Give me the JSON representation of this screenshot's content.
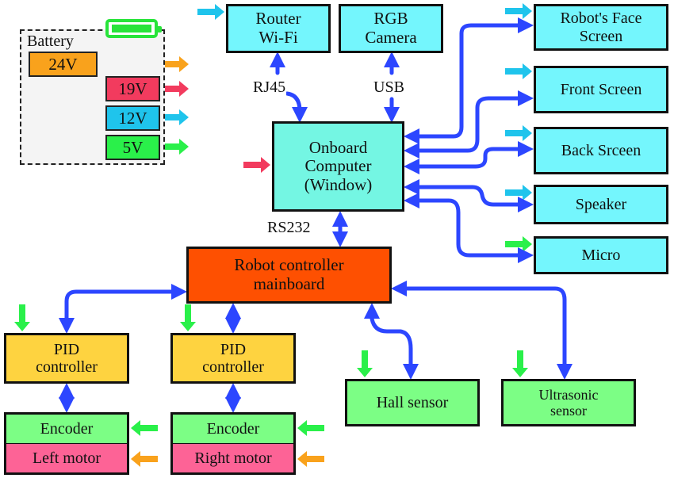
{
  "colors": {
    "bus": "#2c46ff",
    "power_24v": "#f9a21c",
    "power_19v": "#f23b5e",
    "power_12v": "#1fc4ec",
    "power_5v": "#2af04a",
    "internal_arrow": "#333333"
  },
  "battery": {
    "title": "Battery",
    "icon": "battery-full-icon",
    "rails": [
      {
        "id": "24v",
        "label": "24V",
        "color": "#f9a21c"
      },
      {
        "id": "19v",
        "label": "19V",
        "color": "#f23b5e"
      },
      {
        "id": "12v",
        "label": "12V",
        "color": "#1fc4ec"
      },
      {
        "id": "5v",
        "label": "5V",
        "color": "#2af04a"
      }
    ]
  },
  "nodes": {
    "router": {
      "label": "Router\nWi-Fi",
      "line1": "Router",
      "line2": "Wi-Fi",
      "power": "12V"
    },
    "camera": {
      "line1": "RGB",
      "line2": "Camera"
    },
    "onboard": {
      "line1": "Onboard",
      "line2": "Computer",
      "line3": "(Window)",
      "power": "19V"
    },
    "face_screen": {
      "line1": "Robot's Face",
      "line2": "Screen",
      "power": "12V"
    },
    "front_screen": {
      "line1": "Front Screen",
      "power": "12V"
    },
    "back_screen": {
      "line1": "Back Srceen",
      "power": "12V"
    },
    "speaker": {
      "line1": "Speaker",
      "power": "12V"
    },
    "micro": {
      "line1": "Micro",
      "power": "5V"
    },
    "mainboard": {
      "line1": "Robot controller",
      "line2": "mainboard"
    },
    "pid_left": {
      "line1": "PID",
      "line2": "controller",
      "power": "5V"
    },
    "pid_right": {
      "line1": "PID",
      "line2": "controller",
      "power": "5V"
    },
    "encoder_left": {
      "line1": "Encoder",
      "power": "5V"
    },
    "motor_left": {
      "line1": "Left motor",
      "power": "24V"
    },
    "encoder_right": {
      "line1": "Encoder",
      "power": "5V"
    },
    "motor_right": {
      "line1": "Right motor",
      "power": "24V"
    },
    "hall": {
      "line1": "Hall sensor",
      "power": "5V"
    },
    "ultrasonic": {
      "line1": "Ultrasonic",
      "line2": "sensor",
      "power": "5V"
    }
  },
  "links": {
    "rj45": "RJ45",
    "usb": "USB",
    "rs232": "RS232"
  }
}
